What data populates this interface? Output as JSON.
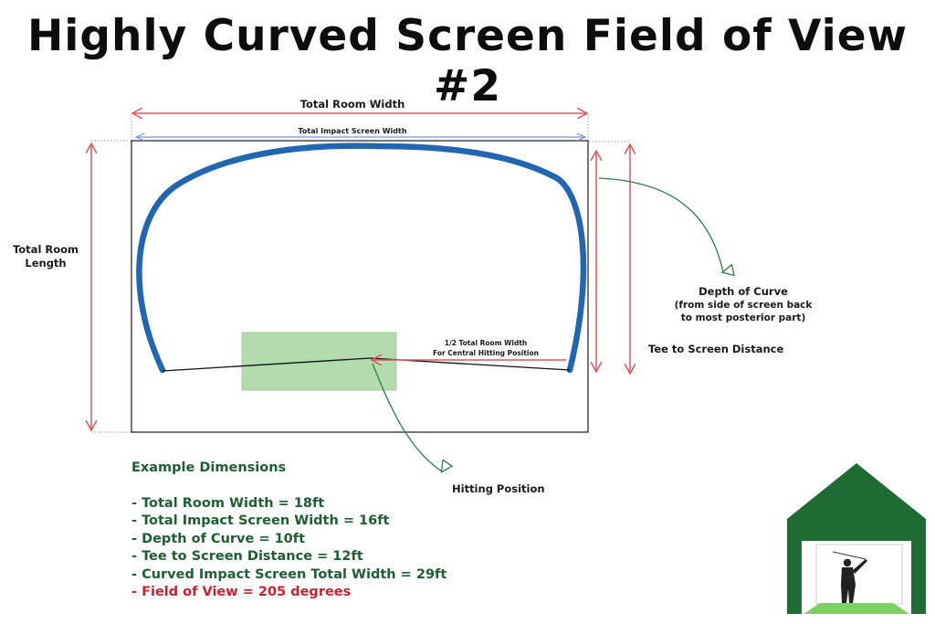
{
  "title": "Highly Curved Screen Field of View #2",
  "labels": {
    "total_room_width": "Total Room Width",
    "total_impact_screen_width": "Total Impact Screen Width",
    "total_room_length_1": "Total Room",
    "total_room_length_2": "Length",
    "depth_of_curve_1": "Depth of Curve",
    "depth_of_curve_2": "(from side of screen back",
    "depth_of_curve_3": "to most posterior part)",
    "half_width_1": "1/2 Total Room Width",
    "half_width_2": "For Central Hitting Position",
    "tee_to_screen": "Tee to Screen Distance",
    "hitting_position": "Hitting Position"
  },
  "example": {
    "heading": "Example Dimensions",
    "items": [
      "- Total Room Width = 18ft",
      "- Total Impact Screen Width = 16ft",
      "- Depth of Curve = 10ft",
      "- Tee to Screen Distance = 12ft",
      "- Curved Impact Screen Total Width = 29ft"
    ],
    "highlight": "- Field of View = 205 degrees"
  },
  "colors": {
    "screen_curve": "#2166b3",
    "dimension_arrow": "#e0535e",
    "impact_arrow": "#7b97d6",
    "callout": "#2f7a46",
    "hitting_zone": "#9fd39a",
    "logo_green": "#1e6b35",
    "highlight_red": "#c8202f"
  },
  "icons": [
    "golf-simulator-garage-logo"
  ]
}
